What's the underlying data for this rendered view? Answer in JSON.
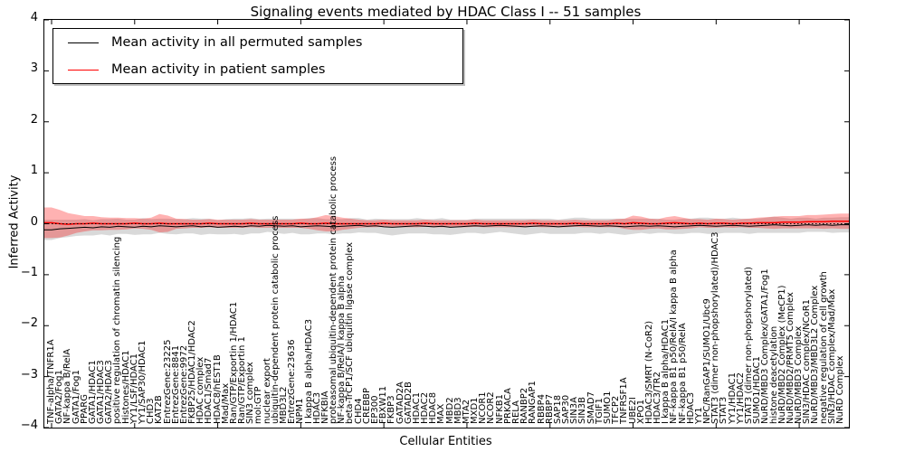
{
  "chart_data": {
    "type": "line",
    "title": "Signaling events mediated by HDAC Class I -- 51 samples",
    "xlabel": "Cellular Entities",
    "ylabel": "Inferred Activity",
    "ylim": [
      -4,
      4
    ],
    "yticks": [
      -4,
      -3,
      -2,
      -1,
      0,
      1,
      2,
      3,
      4
    ],
    "grid": false,
    "legend_position": "upper left",
    "zero_line_style": "dotted",
    "categories": [
      "TNF-alpha/TNFR1A",
      "GATA2/Fog1",
      "NF-kappa B/RelA",
      "GATA1/Fog1",
      "PPARG",
      "GATA1/HDAC1",
      "GATA1/HDAC3",
      "GATA2/HDAC3",
      "positive regulation of chromatin silencing",
      "Histones/HDAC1",
      "YY1/LSF/HDAC1",
      "YY1/SAP30/HDAC1",
      "CHD3",
      "KAT2B",
      "EntrezGene:23225",
      "EntrezGene:8841",
      "EntrezGene:9972",
      "FKBP25/HDAC1/HDAC2",
      "HDAC complex",
      "HDAC1/Smad7",
      "HDAC8/hEST1B",
      "Mad/Max",
      "Ran/GTP/Exportin 1/HDAC1",
      "Ran/GTP/Exportin 1",
      "SIN3 complex",
      "mol:GTP",
      "nuclear export",
      "ubiquitin-dependent protein catabolic process",
      "MBD3L2",
      "EntrezGene:23636",
      "NPM1",
      "I kappa B alpha/HDAC3",
      "HDAC3",
      "NFKBIA",
      "proteasomal ubiquitin-dependent protein catabolic process",
      "NF-kappa B/RelA/I kappa B alpha",
      "beta-TrCP1/SCF ubiquitin ligase complex",
      "CHD4",
      "CREBBP",
      "EP300",
      "FBXW11",
      "FKBP3",
      "GATAD2A",
      "GATAD2B",
      "HDAC1",
      "HDAC2",
      "HDAC8",
      "MAX",
      "MBD2",
      "MBD3",
      "MTA2",
      "MXD1",
      "NCOR1",
      "NCOR2",
      "NFKB1",
      "PRKACA",
      "RELA",
      "RANBP2",
      "RANGAP1",
      "RBBP4",
      "RBBP7",
      "SAP18",
      "SAP30",
      "SIN3A",
      "SIN3B",
      "SMAD7",
      "TGIF1",
      "SUMO1",
      "TFCP2",
      "TNFRSF1A",
      "UBE2I",
      "XPO1",
      "HDAC3/SMRT (N-CoR2)",
      "HDAC3/TR2",
      "I kappa B alpha/HDAC1",
      "NF-kappa B1 p50/RelA/I kappa B alpha",
      "NF-kappa B1 p50/RelA",
      "HDAC3",
      "YY1",
      "NPC/RanGAP1/SUMO1/Ubc9",
      "STAT3 (dimer non-phopshorylated)/HDAC3",
      "STAT3",
      "YY1/HDAC1",
      "YY1/HDAC2",
      "STAT3 (dimer non-phopshorylated)",
      "SUMO1/HDAC1",
      "NuRD/MBD3 Complex/GATA1/Fog1",
      "histone deacetylation",
      "NuRD/MBD2 Complex (MeCP1)",
      "NuRD/MBD2/PRMT5 Complex",
      "NuRD/MBD3 Complex",
      "SIN3/HDAC complex/NCoR1",
      "NuRD/MBD3/MBD3L2 Complex",
      "negative regulation of cell growth",
      "SIN3/HDAC complex/Mad/Max",
      "NuRD Complex"
    ],
    "series": [
      {
        "name": "Mean activity in all permuted samples",
        "color": "#000000",
        "band_color": "#000000",
        "band_opacity": 0.15,
        "values": [
          -0.12,
          -0.1,
          -0.09,
          -0.08,
          -0.07,
          -0.08,
          -0.06,
          -0.07,
          -0.05,
          -0.06,
          -0.07,
          -0.05,
          -0.06,
          -0.04,
          -0.05,
          -0.06,
          -0.05,
          -0.04,
          -0.06,
          -0.05,
          -0.07,
          -0.06,
          -0.05,
          -0.06,
          -0.04,
          -0.05,
          -0.03,
          -0.04,
          -0.05,
          -0.04,
          -0.06,
          -0.05,
          -0.04,
          -0.05,
          -0.06,
          -0.05,
          -0.04,
          -0.03,
          -0.05,
          -0.04,
          -0.06,
          -0.07,
          -0.06,
          -0.05,
          -0.04,
          -0.05,
          -0.06,
          -0.05,
          -0.07,
          -0.06,
          -0.05,
          -0.04,
          -0.05,
          -0.04,
          -0.03,
          -0.04,
          -0.05,
          -0.06,
          -0.05,
          -0.04,
          -0.05,
          -0.06,
          -0.05,
          -0.04,
          -0.03,
          -0.04,
          -0.05,
          -0.04,
          -0.05,
          -0.06,
          -0.05,
          -0.04,
          -0.05,
          -0.04,
          -0.05,
          -0.06,
          -0.05,
          -0.04,
          -0.03,
          -0.04,
          -0.05,
          -0.04,
          -0.03,
          -0.04,
          -0.05,
          -0.04,
          -0.03,
          -0.02,
          -0.03,
          -0.04,
          -0.03,
          -0.02,
          -0.03,
          -0.02,
          -0.03,
          -0.02
        ],
        "std": [
          0.2,
          0.18,
          0.17,
          0.16,
          0.16,
          0.15,
          0.15,
          0.16,
          0.15,
          0.14,
          0.15,
          0.16,
          0.15,
          0.14,
          0.15,
          0.15,
          0.14,
          0.15,
          0.16,
          0.15,
          0.14,
          0.15,
          0.15,
          0.16,
          0.15,
          0.14,
          0.13,
          0.14,
          0.15,
          0.14,
          0.15,
          0.16,
          0.15,
          0.14,
          0.15,
          0.14,
          0.15,
          0.14,
          0.13,
          0.14,
          0.15,
          0.16,
          0.15,
          0.14,
          0.15,
          0.14,
          0.15,
          0.16,
          0.15,
          0.14,
          0.13,
          0.14,
          0.15,
          0.14,
          0.13,
          0.14,
          0.15,
          0.16,
          0.15,
          0.14,
          0.15,
          0.14,
          0.15,
          0.16,
          0.15,
          0.14,
          0.15,
          0.14,
          0.15,
          0.16,
          0.15,
          0.14,
          0.15,
          0.14,
          0.13,
          0.14,
          0.15,
          0.14,
          0.15,
          0.16,
          0.15,
          0.14,
          0.15,
          0.14,
          0.15,
          0.14,
          0.15,
          0.16,
          0.15,
          0.14,
          0.15,
          0.14,
          0.13,
          0.14,
          0.15,
          0.15
        ]
      },
      {
        "name": "Mean activity in patient samples",
        "color": "#ff0000",
        "band_color": "#ff0000",
        "band_opacity": 0.3,
        "values": [
          0.02,
          0.0,
          -0.01,
          0.0,
          0.0,
          0.01,
          0.0,
          0.0,
          0.0,
          0.0,
          0.01,
          0.0,
          0.0,
          0.01,
          0.0,
          0.0,
          0.0,
          0.0,
          0.0,
          0.01,
          0.0,
          0.0,
          0.0,
          0.0,
          0.01,
          0.0,
          0.0,
          0.0,
          0.0,
          0.0,
          0.01,
          0.0,
          0.0,
          0.01,
          0.0,
          0.0,
          0.0,
          0.0,
          0.0,
          0.0,
          0.01,
          0.0,
          0.0,
          0.0,
          0.0,
          0.01,
          0.0,
          0.0,
          0.0,
          0.0,
          0.0,
          0.01,
          0.0,
          0.0,
          0.0,
          0.0,
          0.0,
          0.0,
          0.01,
          0.0,
          0.0,
          0.0,
          0.0,
          0.01,
          0.0,
          0.0,
          0.0,
          0.0,
          0.01,
          0.0,
          0.02,
          0.01,
          0.0,
          0.0,
          0.01,
          0.02,
          0.01,
          0.0,
          0.01,
          0.0,
          0.01,
          0.01,
          0.0,
          0.01,
          0.01,
          0.02,
          0.02,
          0.02,
          0.03,
          0.03,
          0.03,
          0.04,
          0.04,
          0.04,
          0.05,
          0.05
        ],
        "std": [
          0.3,
          0.27,
          0.22,
          0.18,
          0.15,
          0.14,
          0.13,
          0.12,
          0.12,
          0.11,
          0.1,
          0.1,
          0.12,
          0.18,
          0.16,
          0.1,
          0.09,
          0.08,
          0.08,
          0.08,
          0.08,
          0.08,
          0.08,
          0.08,
          0.08,
          0.08,
          0.08,
          0.08,
          0.08,
          0.08,
          0.09,
          0.1,
          0.13,
          0.16,
          0.15,
          0.12,
          0.1,
          0.08,
          0.07,
          0.07,
          0.07,
          0.07,
          0.07,
          0.07,
          0.07,
          0.07,
          0.07,
          0.07,
          0.07,
          0.07,
          0.07,
          0.07,
          0.07,
          0.07,
          0.07,
          0.07,
          0.07,
          0.07,
          0.07,
          0.07,
          0.07,
          0.07,
          0.07,
          0.07,
          0.07,
          0.07,
          0.07,
          0.07,
          0.08,
          0.1,
          0.14,
          0.13,
          0.1,
          0.09,
          0.12,
          0.13,
          0.11,
          0.09,
          0.08,
          0.08,
          0.09,
          0.08,
          0.08,
          0.08,
          0.09,
          0.1,
          0.11,
          0.12,
          0.12,
          0.12,
          0.12,
          0.13,
          0.13,
          0.14,
          0.14,
          0.15
        ]
      }
    ]
  }
}
